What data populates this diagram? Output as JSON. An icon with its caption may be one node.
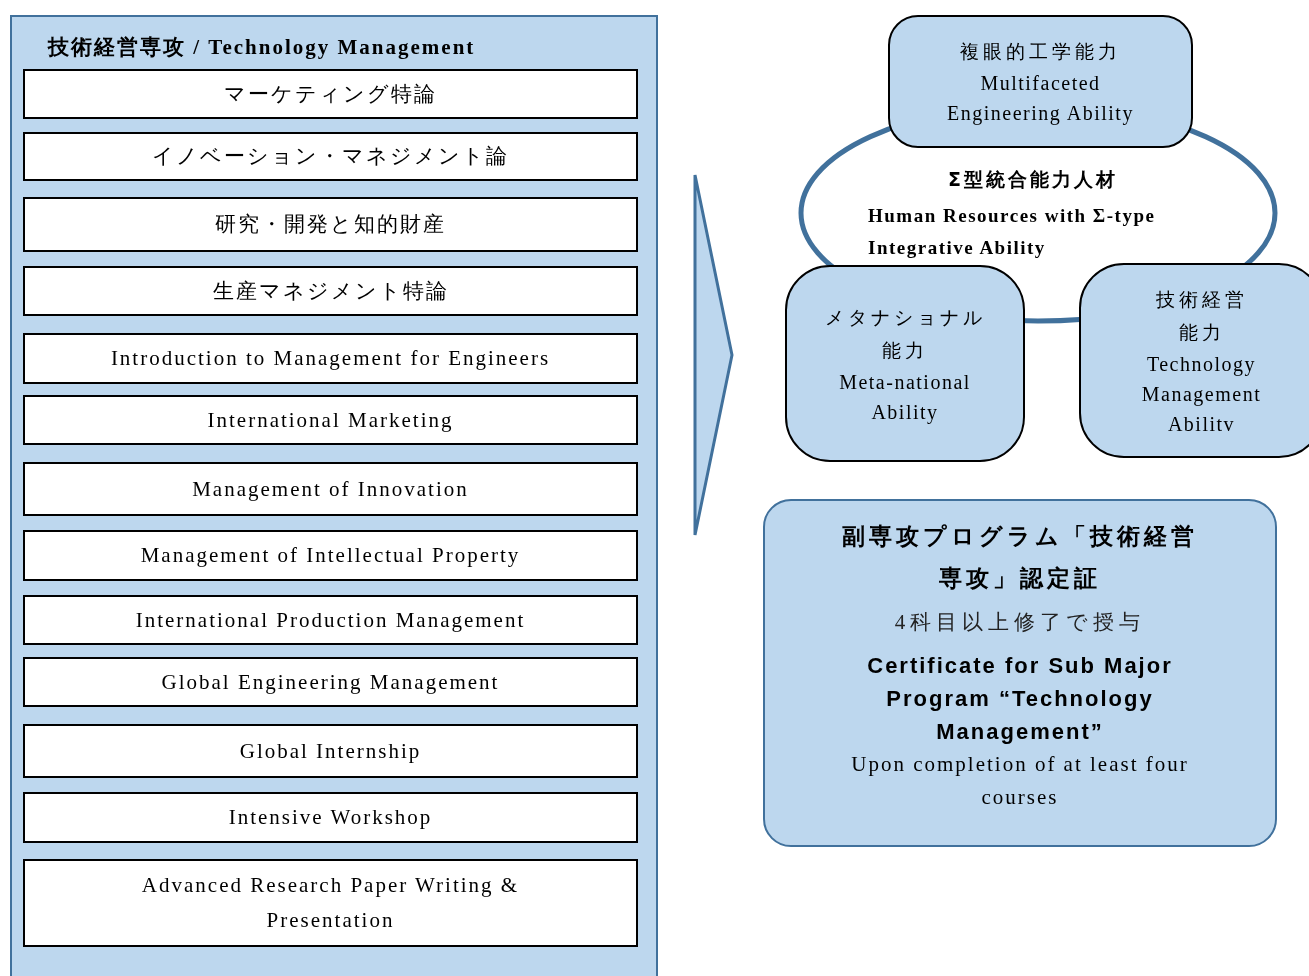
{
  "diagram": {
    "nodes": [
      {
        "text": [
          "技術経営専攻 / Technology Management"
        ]
      },
      {
        "text": [
          "マーケティング特論"
        ],
        "in": 0
      },
      {
        "text": [
          "イノベーション・マネジメント論"
        ],
        "in": 0
      },
      {
        "text": [
          "研究・開発と知的財産"
        ],
        "in": 0
      },
      {
        "text": [
          "生産マネジメント特論"
        ],
        "in": 0
      },
      {
        "text": [
          "Introduction to Management for Engineers"
        ],
        "in": 0
      },
      {
        "text": [
          "International Marketing"
        ],
        "in": 0
      },
      {
        "text": [
          "Management of Innovation"
        ],
        "in": 0
      },
      {
        "text": [
          "Management of Intellectual Property"
        ],
        "in": 0
      },
      {
        "text": [
          "International Production Management"
        ],
        "in": 0
      },
      {
        "text": [
          "Global Engineering Management"
        ],
        "in": 0
      },
      {
        "text": [
          "Global Internship"
        ],
        "in": 0
      },
      {
        "text": [
          "Intensive Workshop"
        ],
        "in": 0
      },
      {
        "text": [
          "Advanced Research Paper Writing & Presentation"
        ],
        "in": 0
      },
      {
        "text": [
          "Σ型統合能力人材",
          "Human Resources with Σ-type Integrative Ability"
        ]
      },
      {
        "text": [
          "複眼的工学能力",
          "Multifaceted Engineering Ability"
        ]
      },
      {
        "text": [
          "メタナショナル能力",
          "Meta-national Ability"
        ]
      },
      {
        "text": [
          "技術経営能力",
          "Technology Management Abilitv"
        ]
      },
      {
        "text": [
          "副専攻プログラム「技術経営専攻」認定証",
          "4科目以上修了で授与",
          "Certificate for Sub Major Program “Technology Management”",
          "Upon completion of at least four courses"
        ]
      }
    ]
  }
}
